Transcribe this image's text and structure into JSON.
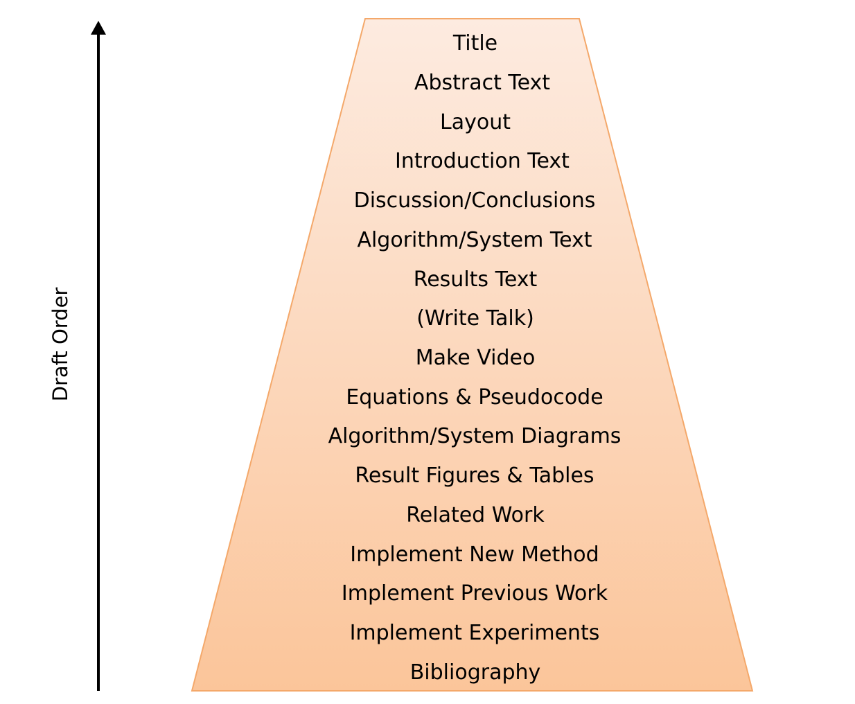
{
  "axis": {
    "label": "Draft Order"
  },
  "colors": {
    "fill_top": "#fdebe0",
    "fill_bottom": "#fbc59a",
    "outline": "#f4a86a",
    "arrow": "#000000"
  },
  "stages": [
    {
      "label": "Title"
    },
    {
      "label": "Abstract Text"
    },
    {
      "label": "Layout"
    },
    {
      "label": "Introduction Text"
    },
    {
      "label": "Discussion/Conclusions"
    },
    {
      "label": "Algorithm/System Text"
    },
    {
      "label": "Results Text"
    },
    {
      "label": "(Write Talk)"
    },
    {
      "label": "Make Video"
    },
    {
      "label": "Equations & Pseudocode"
    },
    {
      "label": "Algorithm/System Diagrams"
    },
    {
      "label": "Result Figures & Tables"
    },
    {
      "label": "Related Work"
    },
    {
      "label": "Implement New Method"
    },
    {
      "label": "Implement Previous Work"
    },
    {
      "label": "Implement Experiments"
    },
    {
      "label": "Bibliography"
    }
  ]
}
